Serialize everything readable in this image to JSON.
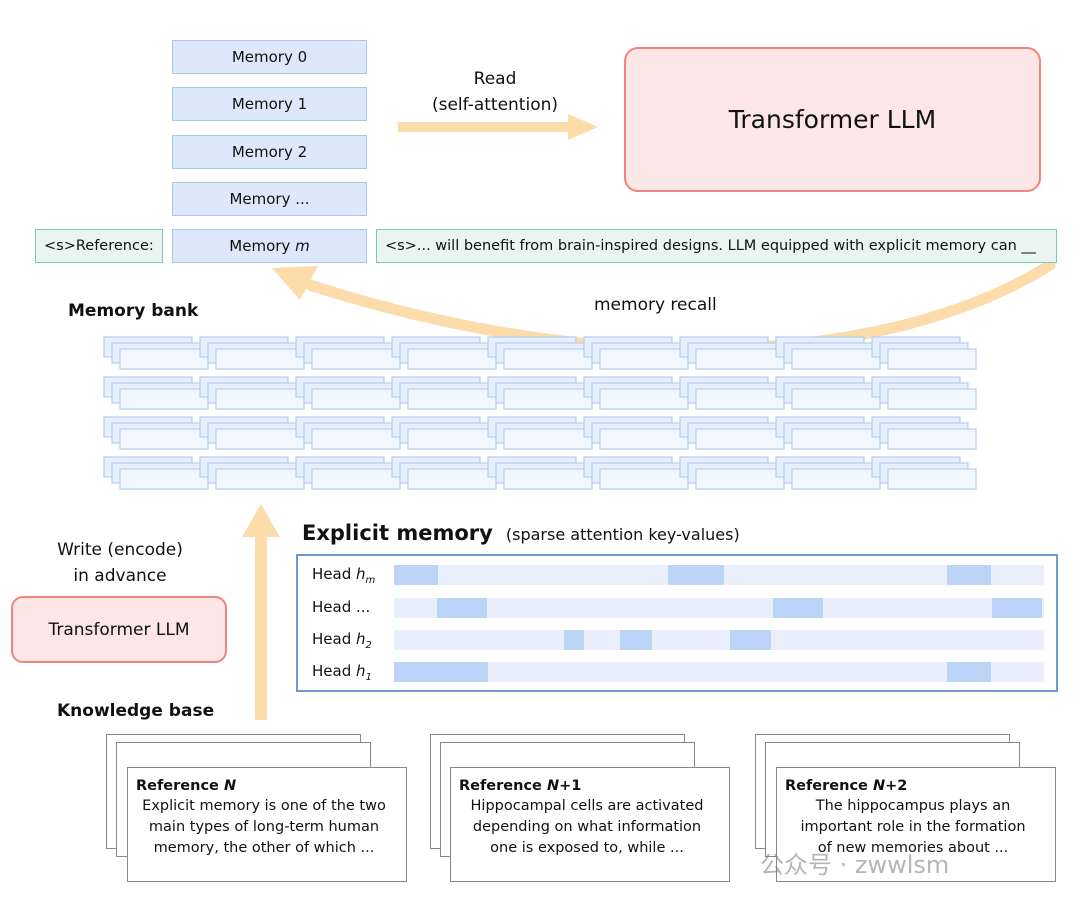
{
  "memory_list": {
    "items": [
      "Memory 0",
      "Memory 1",
      "Memory 2",
      "Memory ..."
    ],
    "last_prefix": "Memory ",
    "last_var": "m"
  },
  "reference_prefix": "<s>Reference:",
  "context_text": "<s>... will benefit from brain-inspired designs. LLM equipped with explicit memory can __",
  "read_label": {
    "line1": "Read",
    "line2": "(self-attention)"
  },
  "main_llm": "Transformer LLM",
  "memory_recall_label": "memory recall",
  "memory_bank_label": "Memory bank",
  "write_label": {
    "line1": "Write (encode)",
    "line2": "in advance"
  },
  "encoder_llm": "Transformer LLM",
  "explicit_memory": {
    "title": "Explicit memory",
    "subtitle": "(sparse attention key-values)"
  },
  "heads": [
    {
      "prefix": "Head ",
      "var": "h",
      "sub": "m"
    },
    {
      "prefix": "Head ...",
      "var": "",
      "sub": ""
    },
    {
      "prefix": "Head ",
      "var": "h",
      "sub": "2"
    },
    {
      "prefix": "Head ",
      "var": "h",
      "sub": "1"
    }
  ],
  "knowledge_base_label": "Knowledge base",
  "references": [
    {
      "title": "Reference ",
      "var": "N",
      "suffix": "",
      "lines": [
        "Explicit memory is one of the two",
        "main types of long-term human",
        "memory, the other of which ..."
      ]
    },
    {
      "title": "Reference ",
      "var": "N",
      "suffix": "+1",
      "lines": [
        "Hippocampal cells are activated",
        "depending on what information",
        "one is exposed to, while ..."
      ]
    },
    {
      "title": "Reference ",
      "var": "N",
      "suffix": "+2",
      "lines": [
        "The hippocampus plays an",
        "important role in the formation",
        "of new memories about ..."
      ]
    }
  ],
  "watermark": "公众号 · zwwlsm",
  "colors": {
    "memory_fill": "#dde9fb",
    "memory_border": "#a9c6ee",
    "llm_fill": "#fde6e6",
    "llm_border": "#ef8480",
    "arrow": "#fbdcaa",
    "teal_border": "#7cc9b3",
    "head_box": "#6b9bd1"
  }
}
